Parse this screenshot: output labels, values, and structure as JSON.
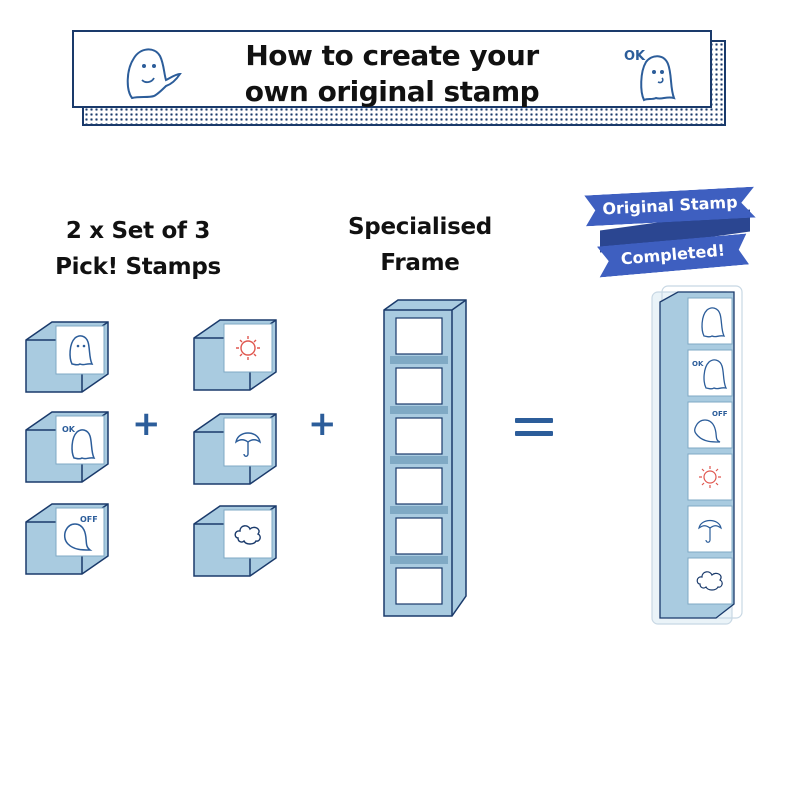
{
  "banner": {
    "title_line1": "How to create your",
    "title_line2": "own original stamp"
  },
  "labels": {
    "stamps_line1": "2 x Set of 3",
    "stamps_line2": "Pick! Stamps",
    "frame_line1": "Specialised",
    "frame_line2": "Frame"
  },
  "operators": {
    "plus": "+",
    "equals": "="
  },
  "ribbons": {
    "top": "Original Stamp",
    "bottom": "Completed!"
  },
  "stamps": {
    "left_column": [
      "ghost-icon",
      "ghost-ok-icon",
      "ghost-off-icon"
    ],
    "right_column": [
      "sun-icon",
      "umbrella-icon",
      "cloud-icon"
    ],
    "ok_text": "OK",
    "off_text": "OFF"
  },
  "colors": {
    "navy": "#1a3a6b",
    "stamp_blue": "#a9cbe0",
    "stamp_blue_dark": "#7fa9c4",
    "accent_blue": "#2c5d9a",
    "ribbon_blue": "#3e5fc0",
    "sun_red": "#e0574f"
  }
}
